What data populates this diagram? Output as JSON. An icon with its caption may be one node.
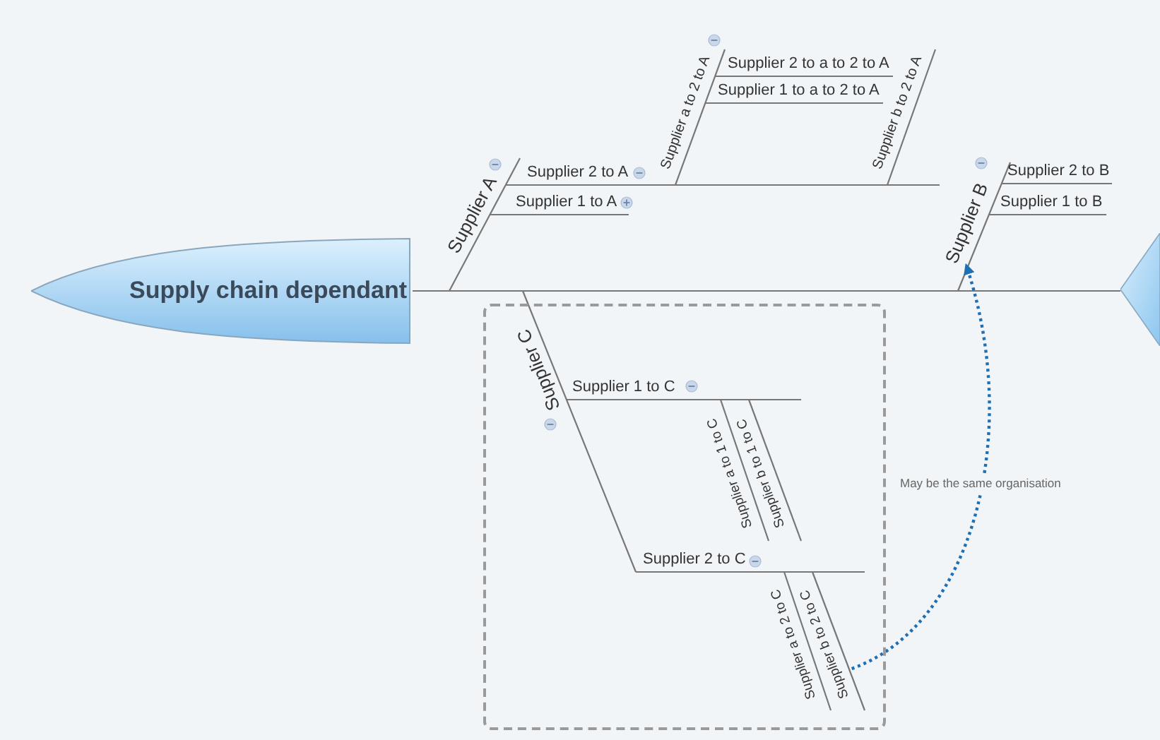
{
  "diagram": {
    "nodes": [
      {
        "text": [
          "Supply chain dependant"
        ]
      },
      {
        "text": [],
        "shape": "triangle"
      },
      {
        "text": [
          "Supplier A"
        ]
      },
      {
        "text": [
          "Supplier 2 to A"
        ]
      },
      {
        "text": [
          "Supplier a to 2 to A"
        ]
      },
      {
        "text": [
          "Supplier 2 to a to 2 to A"
        ]
      },
      {
        "text": [
          "Supplier 1 to a to 2 to A"
        ]
      },
      {
        "text": [
          "Supplier b to 2 to A"
        ]
      },
      {
        "text": [
          "Supplier 1 to A"
        ]
      },
      {
        "text": [
          "Supplier B"
        ]
      },
      {
        "text": [
          "Supplier 2 to B"
        ]
      },
      {
        "text": [
          "Supplier 1 to B"
        ]
      },
      {
        "text": [],
        "shape": "box"
      },
      {
        "text": [
          "Supplier C"
        ],
        "in": 12
      },
      {
        "text": [
          "Supplier 1 to C"
        ],
        "in": 12
      },
      {
        "text": [
          "Supplier a to 1 to C"
        ],
        "in": 12
      },
      {
        "text": [
          "Supplier b to 1 to C"
        ],
        "in": 12
      },
      {
        "text": [
          "Supplier 2 to C"
        ],
        "in": 12
      },
      {
        "text": [
          "Supplier a to 2 to C"
        ],
        "in": 12
      },
      {
        "text": [
          "Supplier b to 2 to C"
        ],
        "in": 12
      }
    ],
    "edges": [
      {
        "from": 0,
        "to": 1,
        "arrow": "none"
      },
      {
        "from": 19,
        "to": 9,
        "arrow": "to",
        "label": "May be the same organisation",
        "style": "dashed",
        "color": "#1f6fb5"
      }
    ]
  }
}
